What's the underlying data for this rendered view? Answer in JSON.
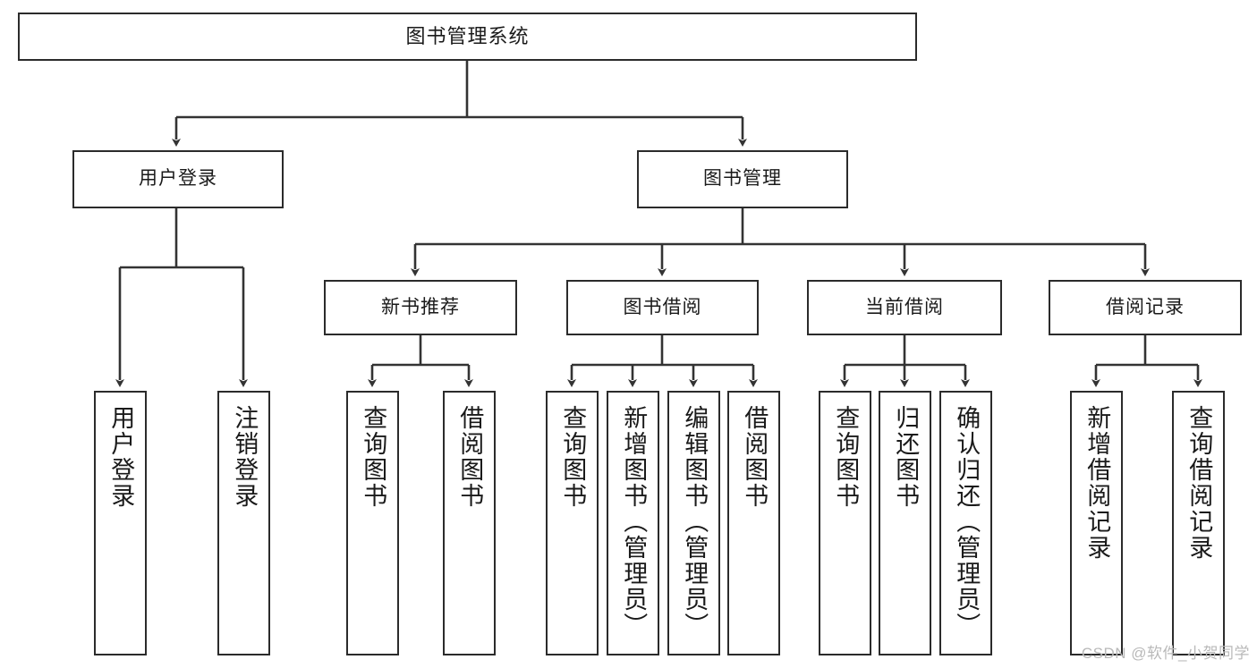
{
  "diagram": {
    "type": "tree-hierarchy",
    "title": "图书管理系统",
    "watermark": "CSDN @软件_小贺同学",
    "colors": {
      "box_border": "#2b2b2b",
      "box_fill": "#ffffff",
      "edge": "#333333",
      "text": "#1a1a1a",
      "watermark": "#b9b9b9"
    },
    "levels": {
      "root": {
        "label": "图书管理系统"
      },
      "level2": [
        {
          "label": "用户登录"
        },
        {
          "label": "图书管理"
        }
      ],
      "level3": [
        {
          "label": "新书推荐"
        },
        {
          "label": "图书借阅"
        },
        {
          "label": "当前借阅"
        },
        {
          "label": "借阅记录"
        }
      ],
      "leaves": {
        "user_login": [
          {
            "label": "用户登录"
          },
          {
            "label": "注销登录"
          }
        ],
        "new_book_recommend": [
          {
            "label": "查询图书"
          },
          {
            "label": "借阅图书"
          }
        ],
        "book_borrow": [
          {
            "label": "查询图书"
          },
          {
            "label": "新增图书（管理员）"
          },
          {
            "label": "编辑图书（管理员）"
          },
          {
            "label": "借阅图书"
          }
        ],
        "current_borrow": [
          {
            "label": "查询图书"
          },
          {
            "label": "归还图书"
          },
          {
            "label": "确认归还（管理员）"
          }
        ],
        "borrow_record": [
          {
            "label": "新增借阅记录"
          },
          {
            "label": "查询借阅记录"
          }
        ]
      }
    }
  }
}
